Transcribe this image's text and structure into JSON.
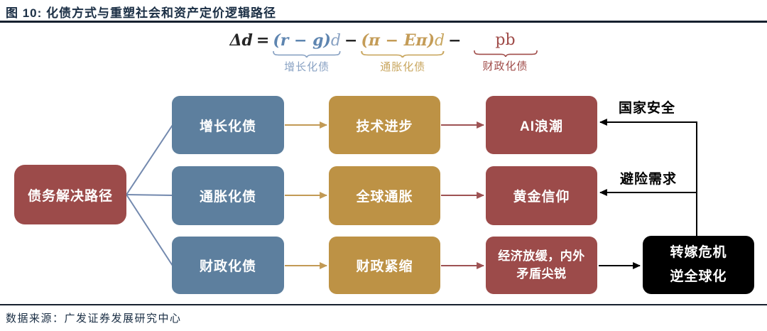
{
  "header": {
    "title": "图 10:  化债方式与重塑社会和资产定价逻辑路径"
  },
  "formula": {
    "lhs": "Δd",
    "eq": "=",
    "minus1": "−",
    "minus2": "−",
    "growth": {
      "paren": "(r − g)",
      "d": "d",
      "label": "增长化债"
    },
    "inflation": {
      "paren": "(π − Eπ)",
      "d": "d",
      "label": "通胀化债"
    },
    "fiscal": {
      "term": "pb",
      "label": "财政化债"
    }
  },
  "diagram": {
    "root_label": "债务解决路径",
    "rows": [
      {
        "method": "增长化债",
        "mechanism": "技术进步",
        "outcome": "AI浪潮",
        "annotation": "国家安全"
      },
      {
        "method": "通胀化债",
        "mechanism": "全球通胀",
        "outcome": "黄金信仰",
        "annotation": "避险需求"
      },
      {
        "method": "财政化债",
        "mechanism": "财政紧缩",
        "outcome_line1": "经济放缓，内外",
        "outcome_line2": "矛盾尖锐"
      }
    ],
    "sink": {
      "line1": "转嫁危机",
      "line2": "逆全球化"
    }
  },
  "footer": {
    "source": "数据来源：广发证券发展研究中心"
  },
  "colors": {
    "blue": "#5d7f9e",
    "tan": "#bd9245",
    "maroon": "#9c4b4a",
    "black": "#000000",
    "white": "#ffffff",
    "navy": "#1b2f45",
    "rule": "#16202e",
    "line_blue": "#7389ae",
    "arrow_tan": "#c29a55",
    "arrow_red": "#9e5253",
    "f_dark": "#262626",
    "f_blue": "#5e85b0",
    "f_blue_light": "#89a2c3",
    "f_tan": "#c49c57",
    "f_tan_light": "#c9a760",
    "f_red": "#a04c49"
  }
}
